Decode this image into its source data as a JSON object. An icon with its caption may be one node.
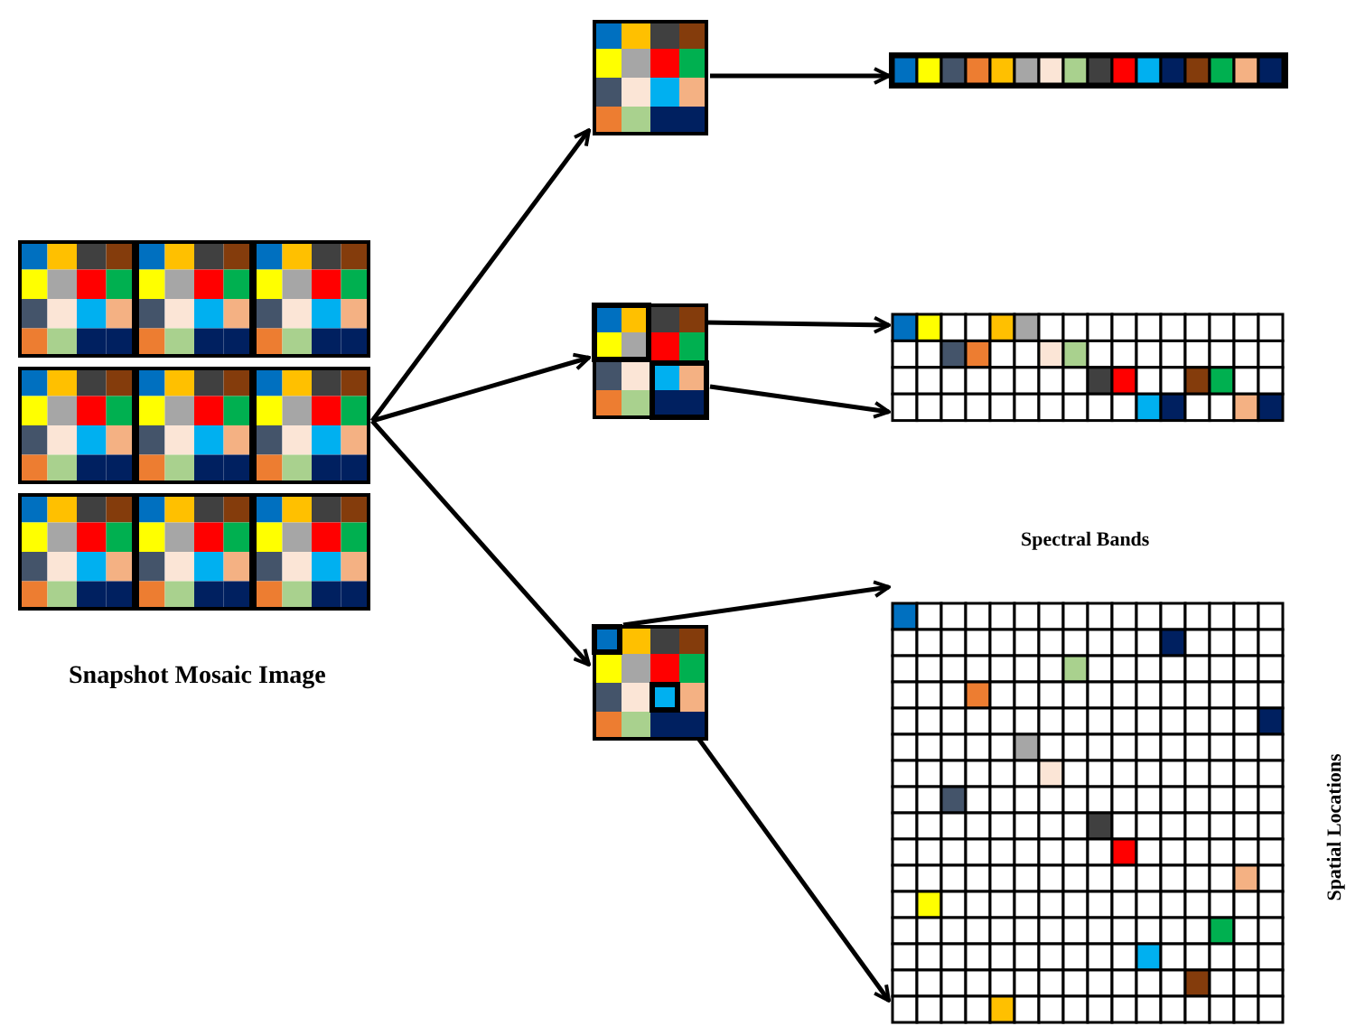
{
  "diagram": {
    "nodes": [
      {
        "text": [],
        "shape": "picture",
        "beside": [
          "Snapshot Mosaic Image"
        ]
      },
      {
        "text": [],
        "shape": "picture"
      },
      {
        "text": [],
        "shape": "bar"
      },
      {
        "text": [],
        "shape": "picture"
      },
      {
        "text": [],
        "shape": "picture"
      },
      {
        "text": [],
        "shape": "picture"
      },
      {
        "text": [],
        "shape": "picture"
      }
    ],
    "edges": [
      {
        "from": 0,
        "to": 1,
        "arrow": "to"
      },
      {
        "from": 0,
        "to": 3,
        "arrow": "to"
      },
      {
        "from": 0,
        "to": 5,
        "arrow": "to"
      },
      {
        "from": 1,
        "to": 2,
        "arrow": "to"
      },
      {
        "from": 3,
        "to": 4,
        "arrow": "to"
      },
      {
        "from": 3,
        "to": 4,
        "arrow": "to"
      },
      {
        "from": 5,
        "to": 6,
        "arrow": "to"
      },
      {
        "from": 5,
        "to": 6,
        "arrow": "to"
      }
    ],
    "labels": [
      "Spectral Bands",
      "Spatial Locations"
    ]
  }
}
